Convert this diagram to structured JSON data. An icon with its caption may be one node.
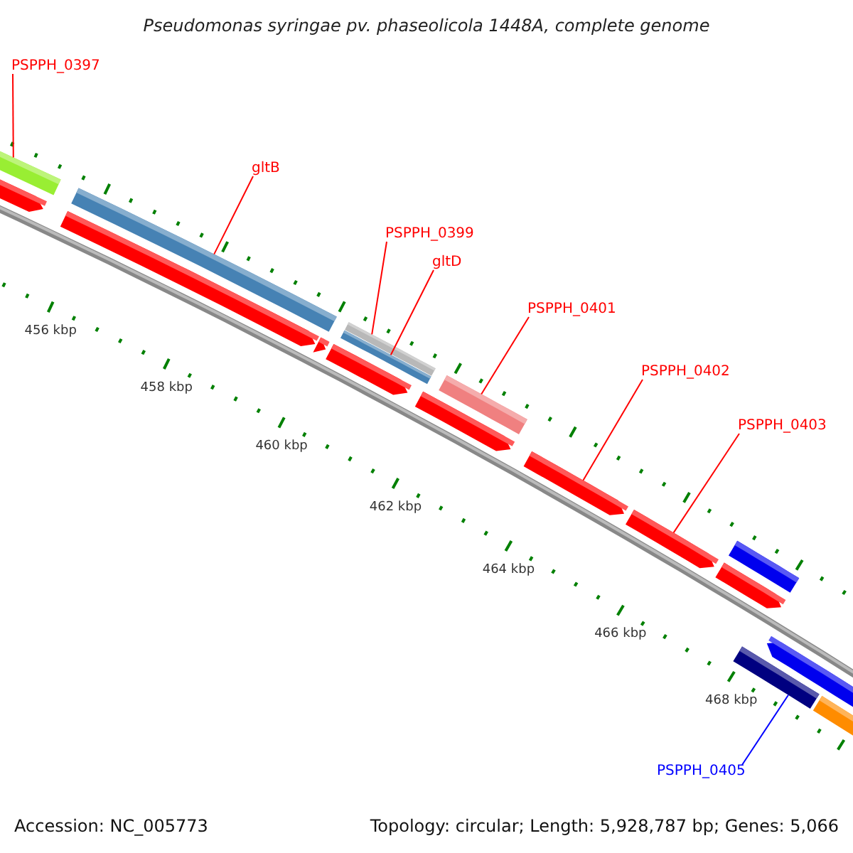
{
  "diagram": {
    "title": "Pseudomonas syringae pv. phaseolicola 1448A, complete genome",
    "nodes": [
      {
        "text": [
          "PSPPH_0397"
        ]
      },
      {
        "text": [
          "gltB"
        ]
      },
      {
        "text": [
          "PSPPH_0399"
        ]
      },
      {
        "text": [
          "gltD"
        ]
      },
      {
        "text": [
          "PSPPH_0401"
        ]
      },
      {
        "text": [
          "PSPPH_0402"
        ]
      },
      {
        "text": [
          "PSPPH_0403"
        ]
      },
      {
        "text": [
          "PSPPH_0405"
        ]
      },
      {
        "text": [],
        "shape": "bar"
      },
      {
        "text": [],
        "shape": "bar"
      },
      {
        "text": [],
        "shape": "bar"
      },
      {
        "text": [],
        "shape": "bar"
      },
      {
        "text": [],
        "shape": "bar"
      },
      {
        "text": [],
        "shape": "bar"
      },
      {
        "text": [],
        "shape": "bar"
      },
      {
        "text": [],
        "shape": "bar"
      }
    ],
    "edges": [
      {
        "from": 0,
        "to": 8,
        "arrow": "none"
      },
      {
        "from": 1,
        "to": 9,
        "arrow": "none"
      },
      {
        "from": 2,
        "to": 10,
        "arrow": "none"
      },
      {
        "from": 3,
        "to": 11,
        "arrow": "none"
      },
      {
        "from": 4,
        "to": 12,
        "arrow": "none"
      },
      {
        "from": 5,
        "to": 13,
        "arrow": "none"
      },
      {
        "from": 6,
        "to": 14,
        "arrow": "none"
      },
      {
        "from": 7,
        "to": 15,
        "arrow": "none",
        "color": "#0000ff"
      }
    ],
    "labels": [
      "456 kbp",
      "458 kbp",
      "460 kbp",
      "462 kbp",
      "464 kbp",
      "466 kbp",
      "468 kbp",
      "Accession: NC_005773",
      "Topology: circular; Length: 5,928,787 bp; Genes: 5,066"
    ]
  }
}
